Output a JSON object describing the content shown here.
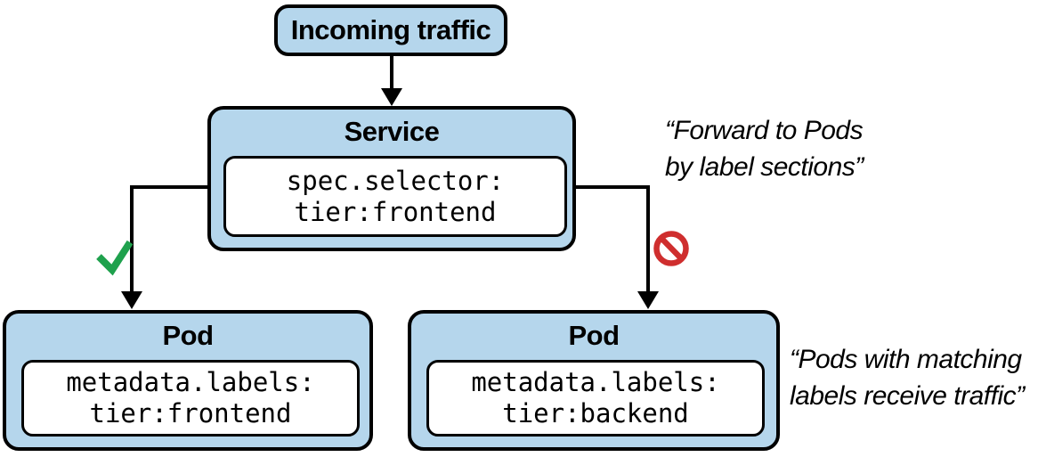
{
  "diagram": {
    "incoming": {
      "label": "Incoming traffic"
    },
    "service": {
      "title": "Service",
      "code_line1": "spec.selector:",
      "code_line2": "tier:frontend"
    },
    "pod_left": {
      "title": "Pod",
      "code_line1": "metadata.labels:",
      "code_line2": "tier:frontend"
    },
    "pod_right": {
      "title": "Pod",
      "code_line1": "metadata.labels:",
      "code_line2": "tier:backend"
    },
    "annotation_service": {
      "line1": "“Forward to Pods",
      "line2": "by label sections”"
    },
    "annotation_pods": {
      "line1": "“Pods with matching",
      "line2": "labels receive traffic”"
    },
    "icons": {
      "match": "check-icon",
      "no_match": "prohibited-icon",
      "arrows": "arrow-down-icon"
    },
    "colors": {
      "box_fill": "#b5d6ec",
      "inner_fill": "#ffffff",
      "border": "#000000",
      "check_green": "#1fa14d",
      "prohibited_red": "#cf2e2e"
    }
  }
}
